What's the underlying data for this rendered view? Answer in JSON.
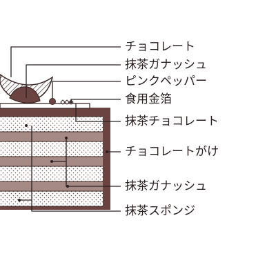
{
  "labels": [
    {
      "id": "chocolate",
      "text": "チョコレート"
    },
    {
      "id": "matcha-ganache-top",
      "text": "抹茶ガナッシュ"
    },
    {
      "id": "pink-pepper",
      "text": "ピンクペッパー"
    },
    {
      "id": "gold-leaf",
      "text": "食用金箔"
    },
    {
      "id": "matcha-chocolate",
      "text": "抹茶チョコレート"
    },
    {
      "id": "chocolate-coating",
      "text": "チョコレートがけ"
    },
    {
      "id": "matcha-ganache-layer",
      "text": "抹茶ガナッシュ"
    },
    {
      "id": "matcha-sponge",
      "text": "抹茶スポンジ"
    }
  ],
  "colors": {
    "outline": "#3d2a28",
    "coating": "#6b4340",
    "ganache": "#a58a86",
    "sponge": "#ffffff",
    "sponge_dots": "#6b4a48",
    "leader": "#2a2020"
  }
}
